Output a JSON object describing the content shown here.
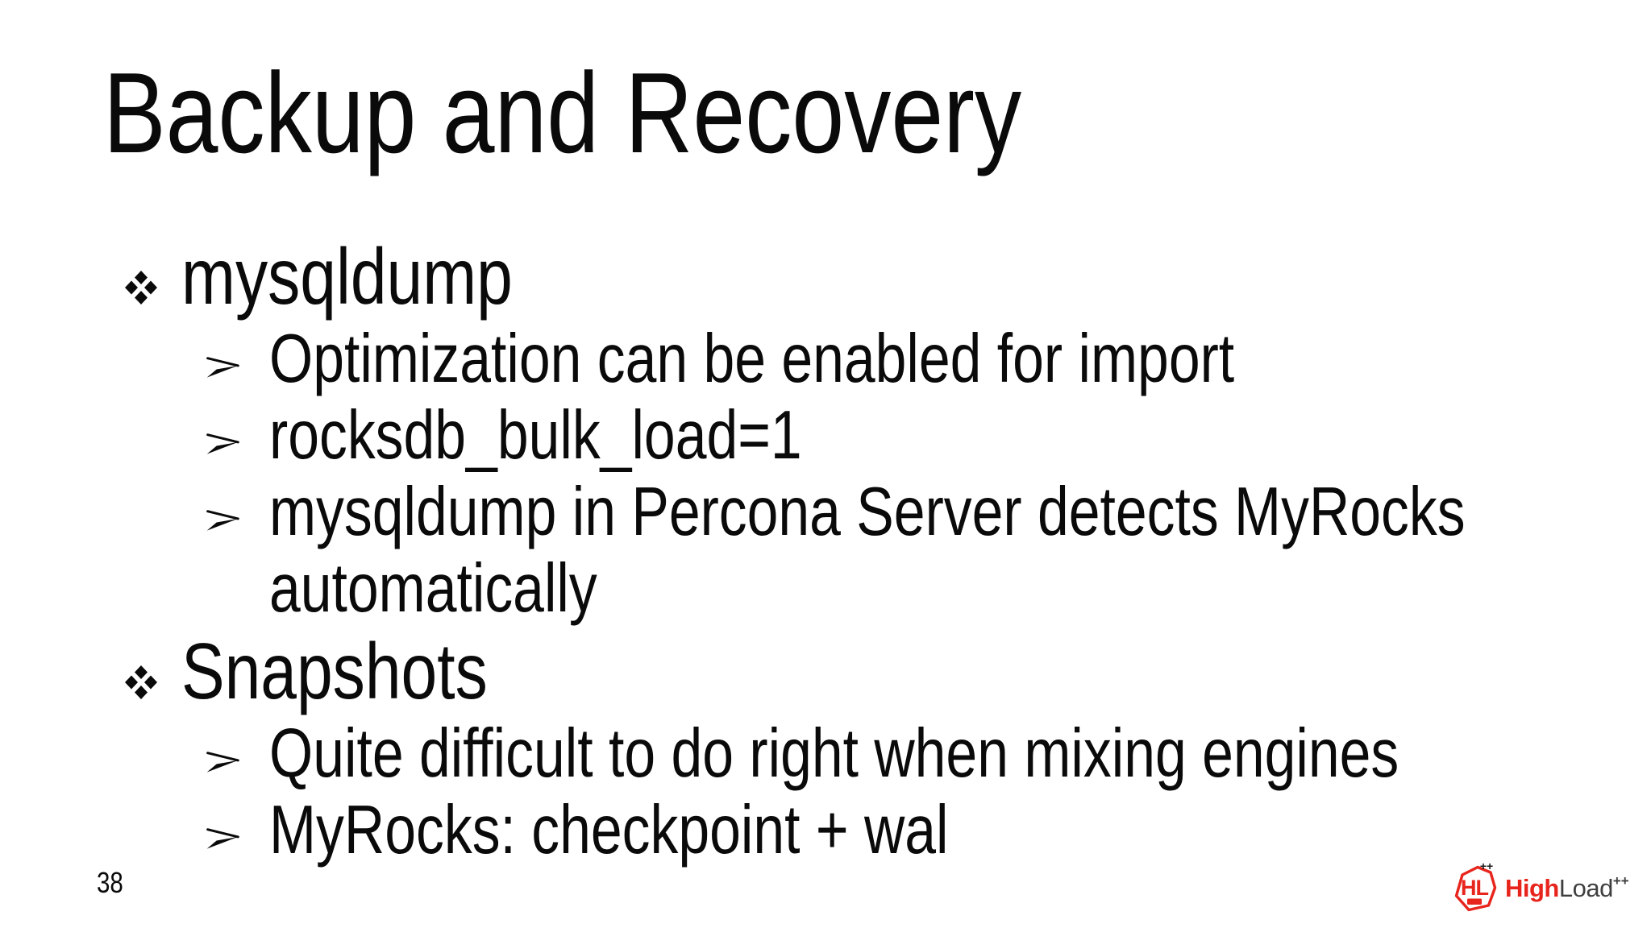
{
  "slide": {
    "title": "Backup and Recovery",
    "page_number": "38"
  },
  "content": {
    "sections": [
      {
        "label": "mysqldump",
        "items": [
          {
            "lines": [
              "Optimization can be enabled for import"
            ]
          },
          {
            "lines": [
              "rocksdb_bulk_load=1"
            ]
          },
          {
            "lines": [
              "mysqldump in Percona Server detects MyRocks",
              "automatically"
            ]
          }
        ]
      },
      {
        "label": "Snapshots",
        "items": [
          {
            "lines": [
              "Quite difficult to do right when mixing engines"
            ]
          },
          {
            "lines": [
              "MyRocks: checkpoint + wal"
            ]
          }
        ]
      }
    ]
  },
  "logo": {
    "badge_initials": "HL",
    "badge_plus": "++",
    "wordmark_red": "High",
    "wordmark_dark": "Load",
    "wordmark_plus": "++",
    "color_red": "#e8251d",
    "color_dark": "#3f3f3f"
  }
}
